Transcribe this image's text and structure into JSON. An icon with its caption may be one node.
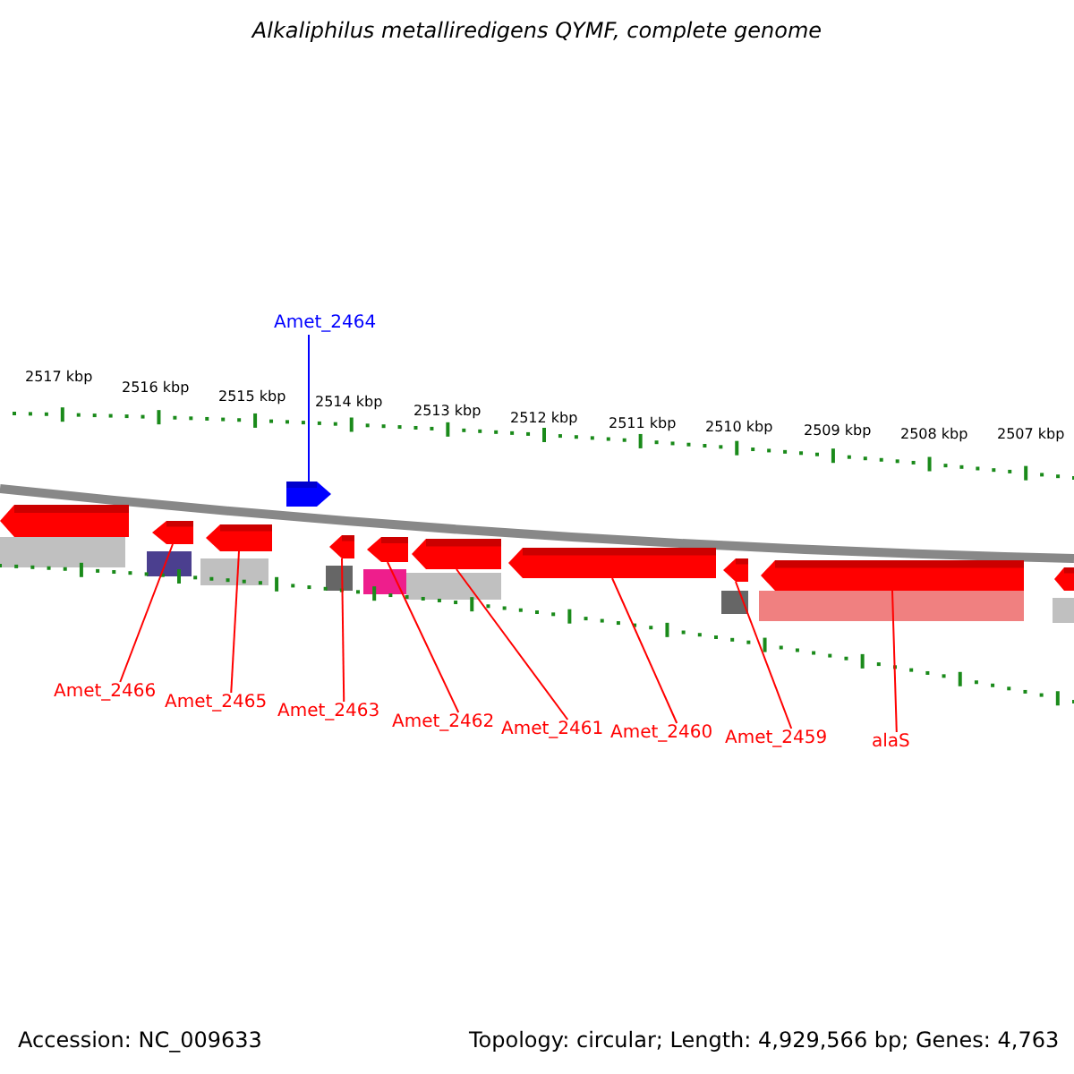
{
  "diagram": {
    "title": "Alkaliphilus metalliredigens QYMF, complete genome",
    "nodes": [
      {
        "text": [
          "Amet_2464"
        ]
      },
      {
        "text": [
          "Amet_2466"
        ]
      },
      {
        "text": [
          "Amet_2465"
        ]
      },
      {
        "text": [
          "Amet_2463"
        ]
      },
      {
        "text": [
          "Amet_2462"
        ]
      },
      {
        "text": [
          "Amet_2461"
        ]
      },
      {
        "text": [
          "Amet_2460"
        ]
      },
      {
        "text": [
          "Amet_2459"
        ]
      },
      {
        "text": [
          "alaS"
        ]
      },
      {
        "text": [],
        "shape": "arrow"
      },
      {
        "text": [],
        "shape": "arrow"
      },
      {
        "text": [],
        "shape": "arrow"
      },
      {
        "text": [],
        "shape": "arrow"
      },
      {
        "text": [],
        "shape": "arrow"
      },
      {
        "text": [],
        "shape": "arrow"
      },
      {
        "text": [],
        "shape": "arrow"
      },
      {
        "text": [],
        "shape": "arrow"
      },
      {
        "text": [],
        "shape": "arrow"
      },
      {
        "text": [],
        "shape": "arrow"
      },
      {
        "text": [],
        "shape": "arrow"
      }
    ],
    "edges": [
      {
        "from": 0,
        "to": 12,
        "arrow": "none",
        "color": "#0000ff"
      },
      {
        "from": 1,
        "to": 10,
        "arrow": "none"
      },
      {
        "from": 2,
        "to": 11,
        "arrow": "none"
      },
      {
        "from": 3,
        "to": 13,
        "arrow": "none"
      },
      {
        "from": 4,
        "to": 14,
        "arrow": "none"
      },
      {
        "from": 5,
        "to": 15,
        "arrow": "none"
      },
      {
        "from": 6,
        "to": 16,
        "arrow": "none"
      },
      {
        "from": 7,
        "to": 17,
        "arrow": "none"
      },
      {
        "from": 8,
        "to": 18,
        "arrow": "none"
      }
    ],
    "labels": [
      "2517 kbp",
      "2516 kbp",
      "2515 kbp",
      "2514 kbp",
      "2513 kbp",
      "2512 kbp",
      "2511 kbp",
      "2510 kbp",
      "2509 kbp",
      "2508 kbp",
      "2507 kbp",
      "Accession: NC_009633",
      "Topology: circular; Length: 4,929,566 bp; Genes: 4,763"
    ]
  }
}
